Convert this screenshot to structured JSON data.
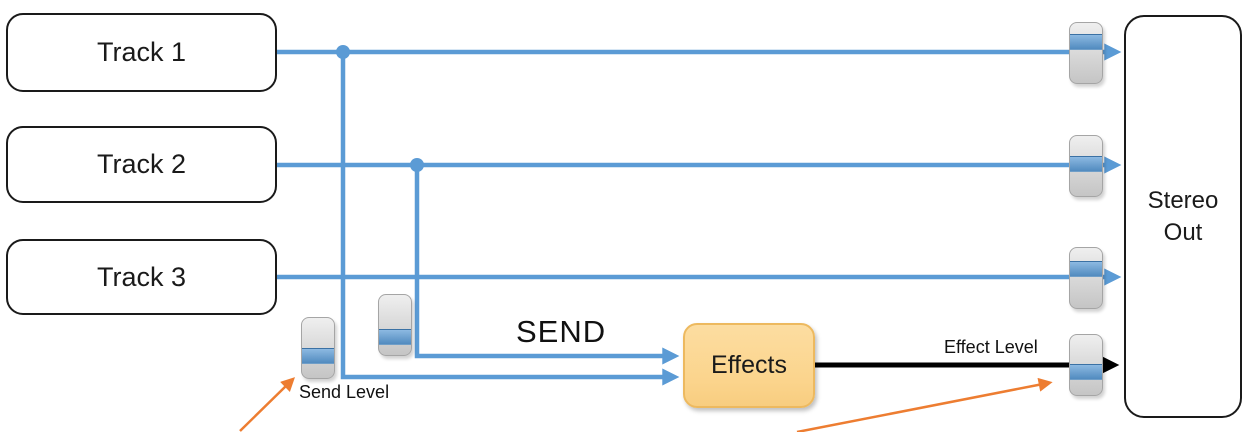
{
  "diagram": {
    "type": "audio-mixer-send-effects-routing",
    "nodes": {
      "tracks": [
        {
          "label": "Track 1"
        },
        {
          "label": "Track 2"
        },
        {
          "label": "Track 3"
        }
      ],
      "effects": {
        "label": "Effects"
      },
      "stereo_out": {
        "label": "Stereo Out"
      }
    },
    "labels": {
      "send": "SEND",
      "send_level": "Send Level",
      "effect_level": "Effect Level"
    },
    "icons": {
      "faders": [
        "track1-output-fader-icon",
        "track2-output-fader-icon",
        "track3-output-fader-icon",
        "effect-level-fader-icon",
        "track1-send-level-fader-icon",
        "track2-send-level-fader-icon"
      ],
      "junction_dots": "blue-junction-dot-icon",
      "arrows": "arrowhead-icon"
    },
    "colors": {
      "signal_blue": "#5B9BD5",
      "effect_line_black": "#000000",
      "annotation_orange": "#ED7D31",
      "effects_fill": "#FBD48C",
      "effects_border": "#EDB95F",
      "fader_body": "#D7D7D7",
      "fader_stripe": "#5B9BD5",
      "node_border": "#1A1A1A",
      "background": "#FFFFFF"
    }
  }
}
